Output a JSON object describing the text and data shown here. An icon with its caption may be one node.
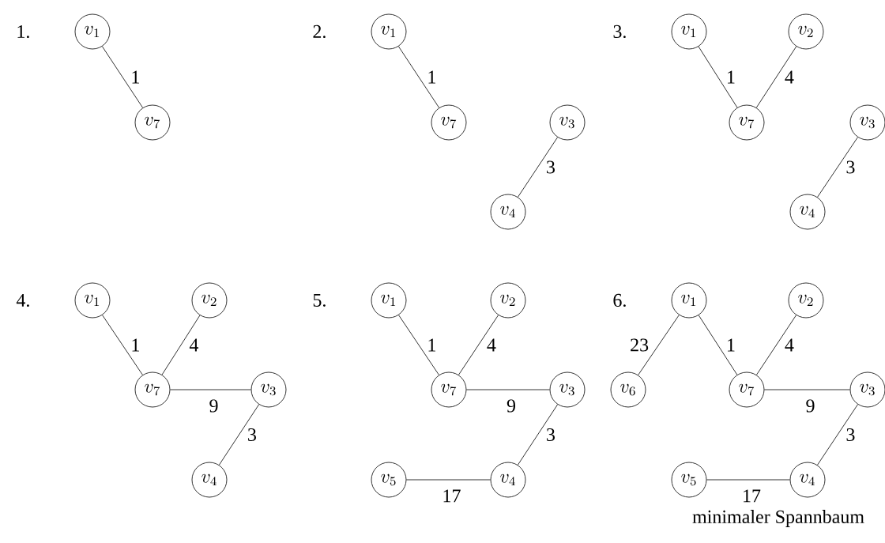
{
  "diagram": {
    "caption": "minimaler Spannbaum",
    "nodes": [
      {
        "text": [
          "v_1"
        ]
      },
      {
        "text": [
          "v_7"
        ]
      },
      {
        "text": [
          "v_1"
        ]
      },
      {
        "text": [
          "v_7"
        ]
      },
      {
        "text": [
          "v_3"
        ]
      },
      {
        "text": [
          "v_4"
        ]
      },
      {
        "text": [
          "v_1"
        ]
      },
      {
        "text": [
          "v_2"
        ]
      },
      {
        "text": [
          "v_7"
        ]
      },
      {
        "text": [
          "v_3"
        ]
      },
      {
        "text": [
          "v_4"
        ]
      },
      {
        "text": [
          "v_1"
        ]
      },
      {
        "text": [
          "v_2"
        ]
      },
      {
        "text": [
          "v_7"
        ]
      },
      {
        "text": [
          "v_3"
        ]
      },
      {
        "text": [
          "v_4"
        ]
      },
      {
        "text": [
          "v_1"
        ]
      },
      {
        "text": [
          "v_2"
        ]
      },
      {
        "text": [
          "v_7"
        ]
      },
      {
        "text": [
          "v_3"
        ]
      },
      {
        "text": [
          "v_5"
        ]
      },
      {
        "text": [
          "v_4"
        ]
      },
      {
        "text": [
          "v_1"
        ]
      },
      {
        "text": [
          "v_2"
        ]
      },
      {
        "text": [
          "v_6"
        ]
      },
      {
        "text": [
          "v_7"
        ]
      },
      {
        "text": [
          "v_3"
        ]
      },
      {
        "text": [
          "v_5"
        ]
      },
      {
        "text": [
          "v_4"
        ]
      }
    ],
    "edges": [
      {
        "from": 0,
        "to": 1,
        "arrow": "none",
        "label": "1"
      },
      {
        "from": 2,
        "to": 3,
        "arrow": "none",
        "label": "1"
      },
      {
        "from": 4,
        "to": 5,
        "arrow": "none",
        "label": "3"
      },
      {
        "from": 6,
        "to": 8,
        "arrow": "none",
        "label": "1"
      },
      {
        "from": 7,
        "to": 8,
        "arrow": "none",
        "label": "4"
      },
      {
        "from": 9,
        "to": 10,
        "arrow": "none",
        "label": "3"
      },
      {
        "from": 11,
        "to": 13,
        "arrow": "none",
        "label": "1"
      },
      {
        "from": 12,
        "to": 13,
        "arrow": "none",
        "label": "4"
      },
      {
        "from": 13,
        "to": 14,
        "arrow": "none",
        "label": "9"
      },
      {
        "from": 14,
        "to": 15,
        "arrow": "none",
        "label": "3"
      },
      {
        "from": 16,
        "to": 18,
        "arrow": "none",
        "label": "1"
      },
      {
        "from": 17,
        "to": 18,
        "arrow": "none",
        "label": "4"
      },
      {
        "from": 18,
        "to": 19,
        "arrow": "none",
        "label": "9"
      },
      {
        "from": 19,
        "to": 21,
        "arrow": "none",
        "label": "3"
      },
      {
        "from": 20,
        "to": 21,
        "arrow": "none",
        "label": "17"
      },
      {
        "from": 22,
        "to": 24,
        "arrow": "none",
        "label": "23"
      },
      {
        "from": 22,
        "to": 25,
        "arrow": "none",
        "label": "1"
      },
      {
        "from": 23,
        "to": 25,
        "arrow": "none",
        "label": "4"
      },
      {
        "from": 25,
        "to": 26,
        "arrow": "none",
        "label": "9"
      },
      {
        "from": 26,
        "to": 28,
        "arrow": "none",
        "label": "3"
      },
      {
        "from": 27,
        "to": 28,
        "arrow": "none",
        "label": "17"
      }
    ],
    "labels": [
      "1.",
      "2.",
      "3.",
      "4.",
      "5.",
      "6."
    ]
  }
}
